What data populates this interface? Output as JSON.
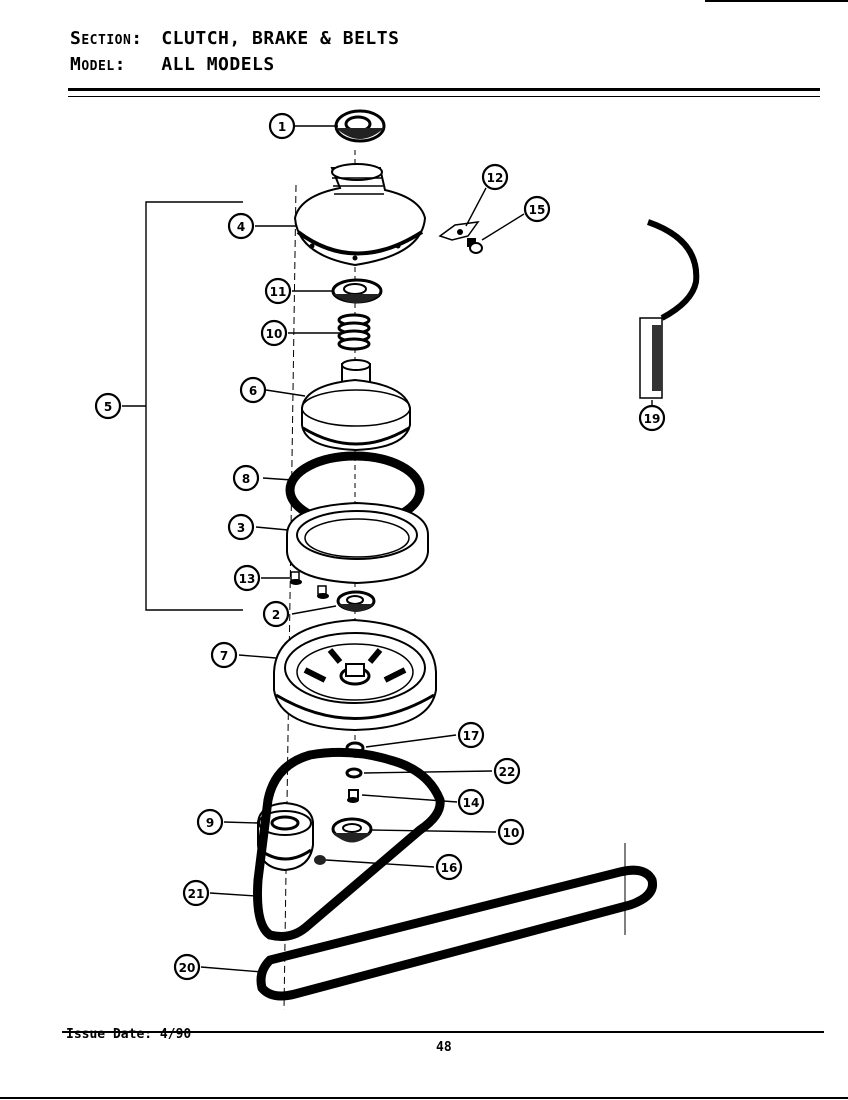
{
  "header": {
    "section_key": "Section:",
    "section_value": "CLUTCH, BRAKE & BELTS",
    "model_key": "Model:",
    "model_value": "ALL MODELS"
  },
  "footer": {
    "issue_date": "Issue Date: 4/90",
    "page_number": "48"
  },
  "callouts": [
    "1",
    "4",
    "12",
    "15",
    "11",
    "10",
    "6",
    "5",
    "19",
    "8",
    "3",
    "13",
    "2",
    "7",
    "17",
    "22",
    "14",
    "9",
    "10",
    "16",
    "21",
    "20"
  ]
}
